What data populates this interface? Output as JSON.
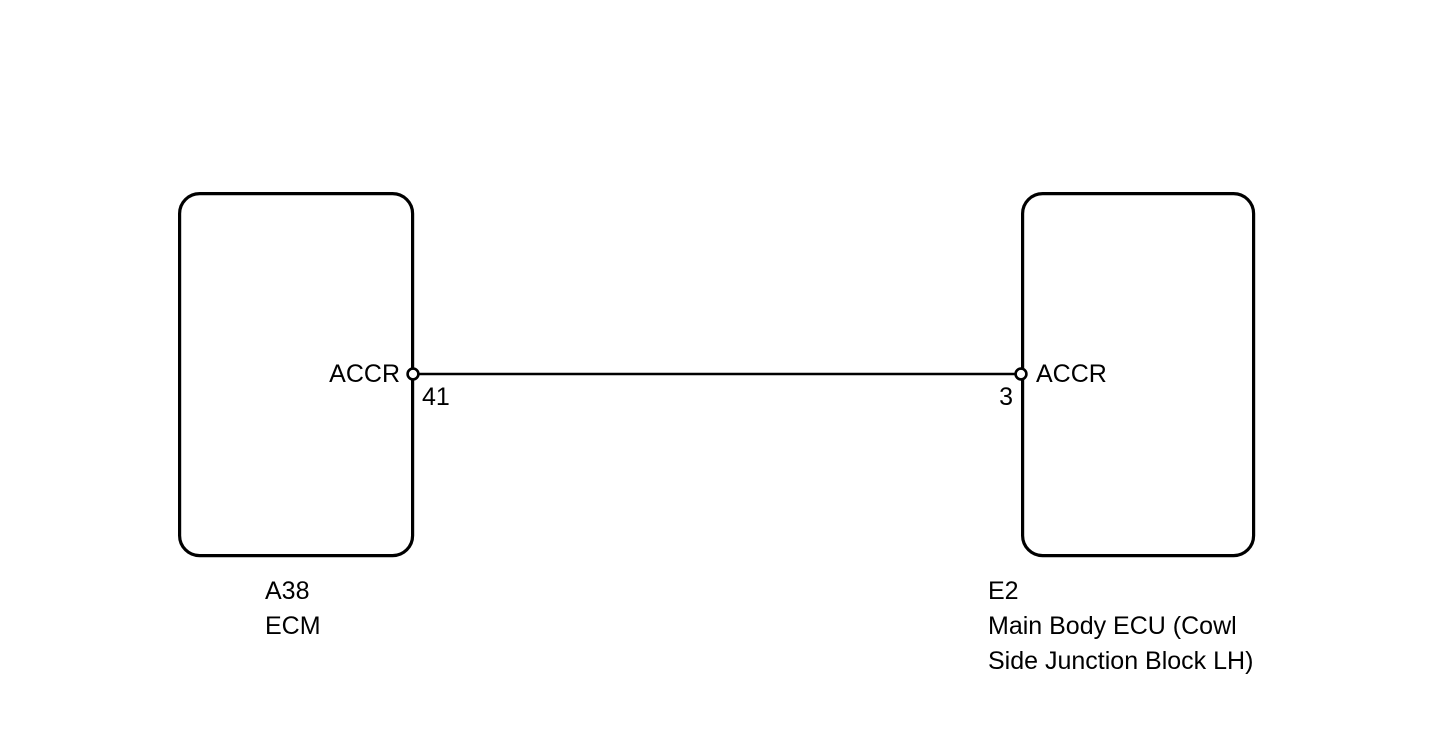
{
  "diagram": {
    "type": "automotive-wiring-diagram",
    "background_color": "#ffffff",
    "line_color": "#000000",
    "components": [
      {
        "id": "left",
        "connector_code": "A38",
        "name": "ECM",
        "name_line_1": "ECM",
        "name_line_2": "",
        "terminal": {
          "signal": "ACCR",
          "pin": "41"
        }
      },
      {
        "id": "right",
        "connector_code": "E2",
        "name": "Main Body ECU (Cowl Side Junction Block LH)",
        "name_line_1": "Main Body ECU (Cowl",
        "name_line_2": "Side Junction Block LH)",
        "terminal": {
          "signal": "ACCR",
          "pin": "3"
        }
      }
    ],
    "wire": {
      "from": "A38-41",
      "to": "E2-3",
      "signal": "ACCR"
    }
  }
}
